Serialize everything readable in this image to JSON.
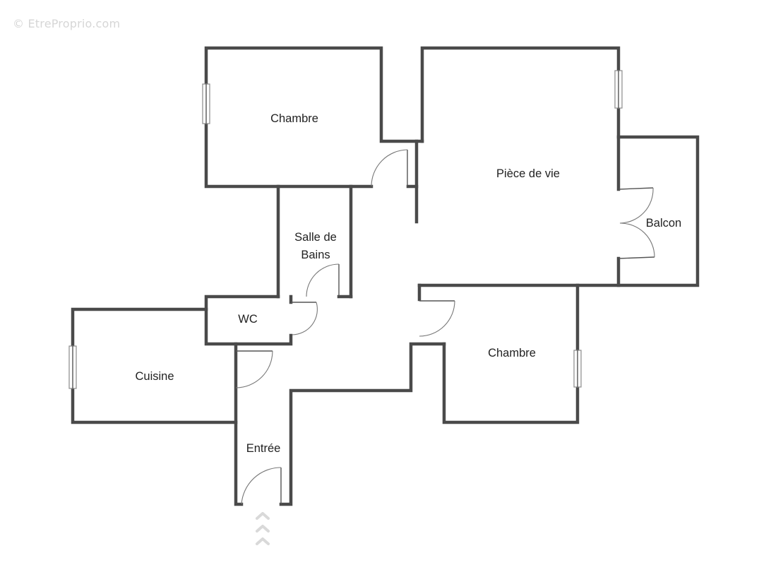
{
  "watermark": "© EtreProprio.com",
  "rooms": {
    "chambre_top": "Chambre",
    "piece_de_vie": "Pièce de vie",
    "balcon": "Balcon",
    "salle_de_bains_line1": "Salle de",
    "salle_de_bains_line2": "Bains",
    "wc": "WC",
    "cuisine": "Cuisine",
    "chambre_right": "Chambre",
    "entree": "Entrée"
  },
  "colors": {
    "wall": "#4a4a4a",
    "background": "#ffffff",
    "entry_arrow": "#d9d9d9"
  },
  "icons": {
    "entrance": "entrance-arrow-icon",
    "window": "window-icon",
    "door": "door-swing-icon"
  }
}
